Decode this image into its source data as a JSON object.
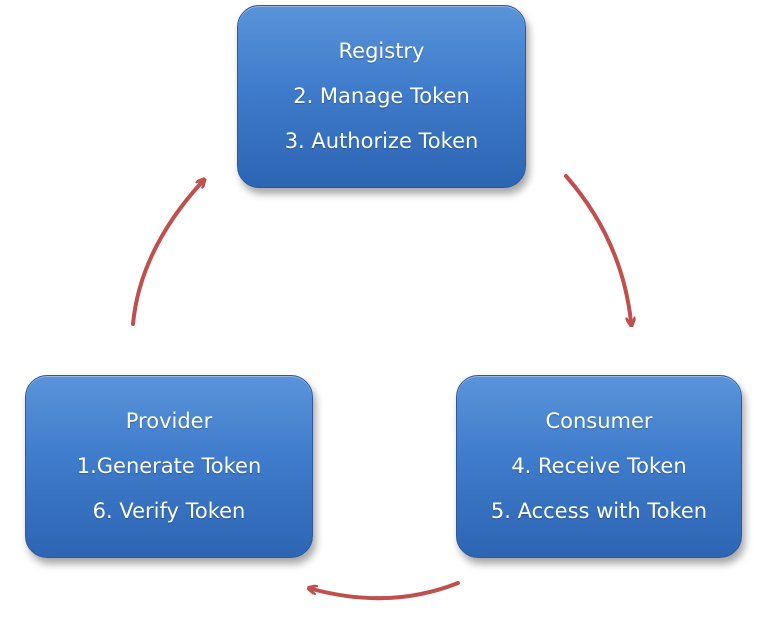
{
  "colors": {
    "box_fill_top": "#5a93d9",
    "box_fill_bottom": "#2d65b3",
    "box_text": "#ffffff",
    "arrow": "#c0504d"
  },
  "nodes": {
    "registry": {
      "title": "Registry",
      "steps": [
        "2. Manage Token",
        "3. Authorize Token"
      ]
    },
    "provider": {
      "title": "Provider",
      "steps": [
        "1.Generate Token",
        "6. Verify Token"
      ]
    },
    "consumer": {
      "title": "Consumer",
      "steps": [
        "4. Receive Token",
        "5. Access with Token"
      ]
    }
  },
  "edges": [
    {
      "from": "provider",
      "to": "registry"
    },
    {
      "from": "registry",
      "to": "consumer"
    },
    {
      "from": "consumer",
      "to": "provider"
    }
  ]
}
